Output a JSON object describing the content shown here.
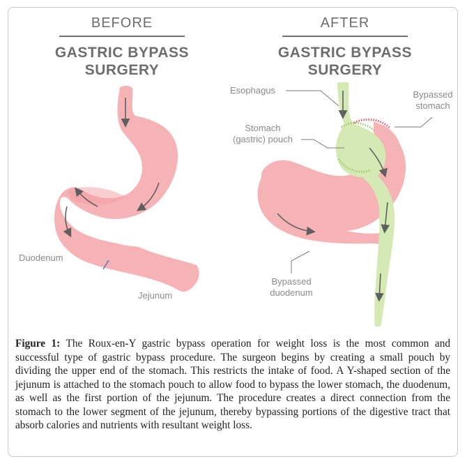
{
  "before": {
    "top": "BEFORE",
    "title_line1": "GASTRIC BYPASS",
    "title_line2": "SURGERY",
    "labels": {
      "duodenum": "Duodenum",
      "jejunum": "Jejunum"
    }
  },
  "after": {
    "top": "AFTER",
    "title_line1": "GASTRIC BYPASS",
    "title_line2": "SURGERY",
    "labels": {
      "esophagus": "Esophagus",
      "bypassed_stomach_1": "Bypassed",
      "bypassed_stomach_2": "stomach",
      "pouch_1": "Stomach",
      "pouch_2": "(gastric) pouch",
      "bypassed_duodenum_1": "Bypassed",
      "bypassed_duodenum_2": "duodenum"
    }
  },
  "colors": {
    "stomach_pink": "#f6b3b6",
    "pink_dark": "#f29ea2",
    "green": "#d4e9b4",
    "staple_red": "#e05a66",
    "staple_green": "#9cc96a",
    "arrow_gray": "#5f5f5f",
    "leader_gray": "#7a7a7a"
  },
  "caption": {
    "label": "Figure 1:",
    "text": " The Roux-en-Y gastric bypass operation for weight loss is the most common and successful type of gastric bypass procedure. The surgeon begins by creating a small pouch by dividing the upper end of the stomach. This restricts the intake of food. A Y-shaped section of the jejunum is attached to the stomach pouch to allow food to bypass the lower stomach, the duodenum, as well as the first portion of the jejunum. The procedure creates a direct connection from the stomach to the lower segment of the jejunum, thereby bypassing portions of the digestive tract that absorb calories and nutrients with resultant weight loss."
  }
}
